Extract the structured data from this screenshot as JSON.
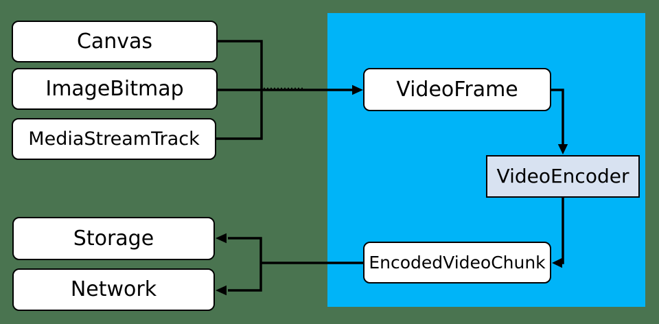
{
  "colors": {
    "background-green": "#4a7450",
    "region-blue": "#00b4f8",
    "node-fill": "#ffffff",
    "encoder-fill": "#d8e2f1",
    "line-color": "#000000",
    "text-color": "#000000"
  },
  "nodes": {
    "canvas": {
      "label": "Canvas"
    },
    "image_bitmap": {
      "label": "ImageBitmap"
    },
    "media_stream_track": {
      "label": "MediaStreamTrack"
    },
    "video_frame": {
      "label": "VideoFrame"
    },
    "video_encoder": {
      "label": "VideoEncoder"
    },
    "encoded_video_chunk": {
      "label": "EncodedVideoChunk"
    },
    "storage": {
      "label": "Storage"
    },
    "network": {
      "label": "Network"
    }
  },
  "edges": [
    {
      "from": "Canvas",
      "to": "VideoFrame"
    },
    {
      "from": "ImageBitmap",
      "to": "VideoFrame"
    },
    {
      "from": "MediaStreamTrack",
      "to": "VideoFrame"
    },
    {
      "from": "VideoFrame",
      "to": "VideoEncoder"
    },
    {
      "from": "VideoEncoder",
      "to": "EncodedVideoChunk"
    },
    {
      "from": "EncodedVideoChunk",
      "to": "Storage"
    },
    {
      "from": "EncodedVideoChunk",
      "to": "Network"
    }
  ]
}
